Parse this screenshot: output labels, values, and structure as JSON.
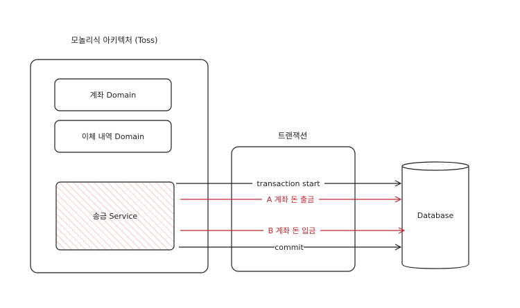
{
  "diagram": {
    "monolith_title": "모놀리식 아키텍처 (Toss)",
    "transaction_title": "트랜잭션",
    "account_domain": "계좌 Domain",
    "transfer_history_domain": "이체 내역 Domain",
    "transfer_service": "송금 Service",
    "database": "Database",
    "flows": [
      {
        "label": "transaction start",
        "color": "#1e1e1e"
      },
      {
        "label": "A 계좌 돈 출금",
        "color": "#c0262d"
      },
      {
        "label": "B 계좌 돈 입금",
        "color": "#c0262d"
      },
      {
        "label": "commit",
        "color": "#1e1e1e"
      }
    ]
  }
}
